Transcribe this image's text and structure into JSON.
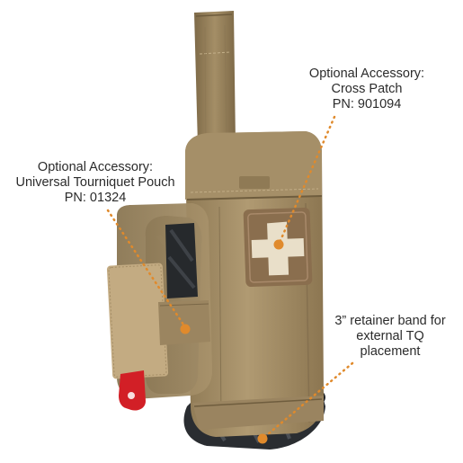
{
  "image": {
    "subject": "tan MOLLE medical pouch with optional accessories",
    "colors": {
      "coyote": "#a08a62",
      "coyote_dark": "#7a6747",
      "coyote_light": "#bca77f",
      "black_tourniquet": "#26292c",
      "red_tab": "#d21f26",
      "leader_orange": "#e08a2c",
      "text": "#2b2b2b",
      "patch_brown": "#8a6e4e",
      "patch_cross": "#e9dfc9"
    }
  },
  "callouts": {
    "cross_patch": {
      "line1": "Optional Accessory:",
      "line2": "Cross Patch",
      "line3": "PN: 901094"
    },
    "tourniquet_pouch": {
      "line1": "Optional Accessory:",
      "line2": "Universal Tourniquet Pouch",
      "line3": "PN: 01324"
    },
    "retainer_band": {
      "line1": "3” retainer band for",
      "line2": "external TQ",
      "line3": "placement"
    }
  }
}
